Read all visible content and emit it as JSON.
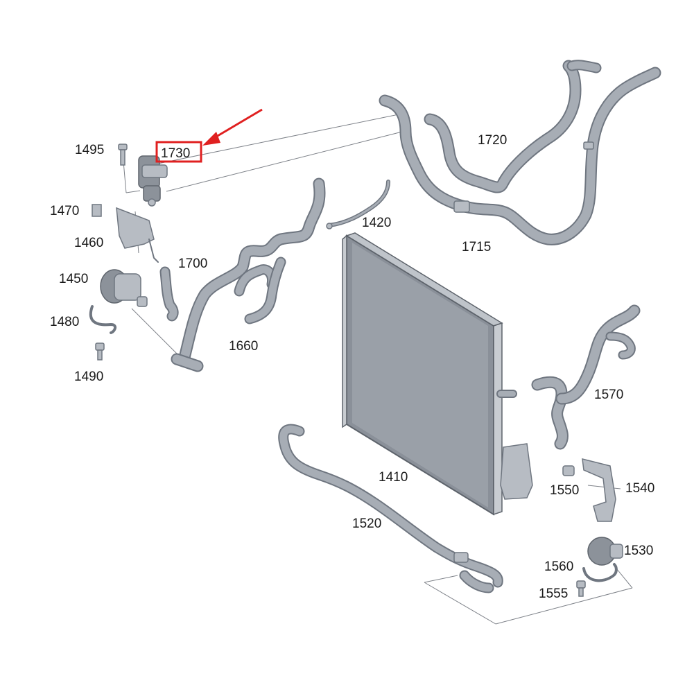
{
  "highlight_color": "#e02020",
  "labels": {
    "p1495": "1495",
    "p1730": "1730",
    "p1470": "1470",
    "p1460": "1460",
    "p1700": "1700",
    "p1450": "1450",
    "p1480": "1480",
    "p1490": "1490",
    "p1660": "1660",
    "p1420": "1420",
    "p1720": "1720",
    "p1715": "1715",
    "p1410": "1410",
    "p1570": "1570",
    "p1550": "1550",
    "p1540": "1540",
    "p1520": "1520",
    "p1530": "1530",
    "p1560": "1560",
    "p1555": "1555"
  }
}
